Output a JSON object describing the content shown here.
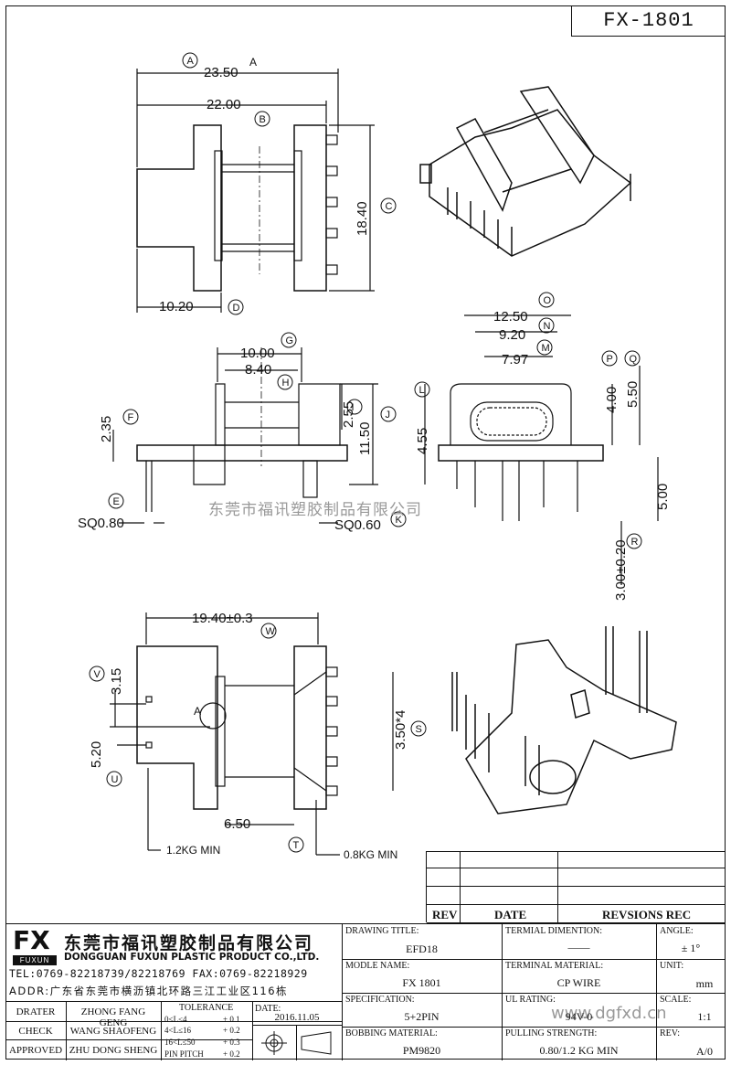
{
  "drawing_number": "FX-1801",
  "dimensions": {
    "a": "23.50",
    "b": "22.00",
    "c": "18.40",
    "d": "10.20",
    "g": "10.00",
    "h": "8.40",
    "f": "2.35",
    "i": "2.55",
    "j": "11.50",
    "e": "SQ0.80",
    "k": "SQ0.60",
    "o": "12.50",
    "n": "9.20",
    "m": "7.97",
    "l": "4.55",
    "p": "4.00",
    "q": "5.50",
    "r5": "5.00",
    "r": "3.00±0.20",
    "w": "19.40±0.3",
    "v": "3.15",
    "u": "5.20",
    "s": "3.50*4",
    "t": "6.50",
    "min1": "1.2KG MIN",
    "min2": "0.8KG MIN",
    "a_mark": "A"
  },
  "balloons": [
    "A",
    "B",
    "C",
    "D",
    "G",
    "H",
    "F",
    "I",
    "J",
    "E",
    "K",
    "O",
    "N",
    "M",
    "L",
    "P",
    "Q",
    "R",
    "W",
    "V",
    "U",
    "S",
    "T"
  ],
  "watermark_text": "东莞市福讯塑胶制品有限公司",
  "watermark_url": "www.dgfxd.cn",
  "rev_table": {
    "rev": "REV",
    "date": "DATE",
    "revisions": "REVSIONS REC"
  },
  "company": {
    "logo": "FX",
    "logo_sub": "FUXUN",
    "name_cn": "东莞市福讯塑胶制品有限公司",
    "name_en": "DONGGUAN FUXUN PLASTIC PRODUCT CO.,LTD.",
    "tel": "TEL:0769-82218739/82218769 FAX:0769-82218929",
    "addr": "ADDR:广东省东莞市横沥镇北环路三江工业区116栋"
  },
  "signoff": [
    {
      "role": "DRATER",
      "name": "ZHONG FANG GENG"
    },
    {
      "role": "CHECK",
      "name": "WANG SHAOFENG"
    },
    {
      "role": "APPROVED",
      "name": "ZHU DONG SHENG"
    }
  ],
  "tolerance": {
    "title": "TOLERANCE",
    "rows": [
      {
        "range": "0<L≤4",
        "tol": "+ 0.1"
      },
      {
        "range": "4<L≤16",
        "tol": "+ 0.2"
      },
      {
        "range": "16<L≤50",
        "tol": "+ 0.3"
      },
      {
        "range": "PIN PITCH",
        "tol": "+ 0.2"
      }
    ]
  },
  "date": {
    "label": "DATE:",
    "value": "2016.11.05"
  },
  "fields": {
    "drawing_title": {
      "label": "DRAWING TITLE:",
      "value": "EFD18"
    },
    "model_name": {
      "label": "MODLE NAME:",
      "value": "FX 1801"
    },
    "specification": {
      "label": "SPECIFICATION:",
      "value": "5+2PIN"
    },
    "bobbing_material": {
      "label": "BOBBING MATERIAL:",
      "value": "PM9820"
    },
    "terminal_dimention": {
      "label": "TERMIAL DIMENTION:",
      "value": "——"
    },
    "terminal_material": {
      "label": "TERMINAL MATERIAL:",
      "value": "CP WIRE"
    },
    "ul_rating": {
      "label": "UL RATING:",
      "value": "94V-0"
    },
    "pulling_strength": {
      "label": "PULLING STRENGTH:",
      "value": "0.80/1.2 KG MIN"
    },
    "angle": {
      "label": "ANGLE:",
      "value": "± 1°"
    },
    "unit": {
      "label": "UNIT:",
      "value": "mm"
    },
    "scale": {
      "label": "SCALE:",
      "value": "1:1"
    },
    "rev": {
      "label": "REV:",
      "value": "A/0"
    }
  }
}
